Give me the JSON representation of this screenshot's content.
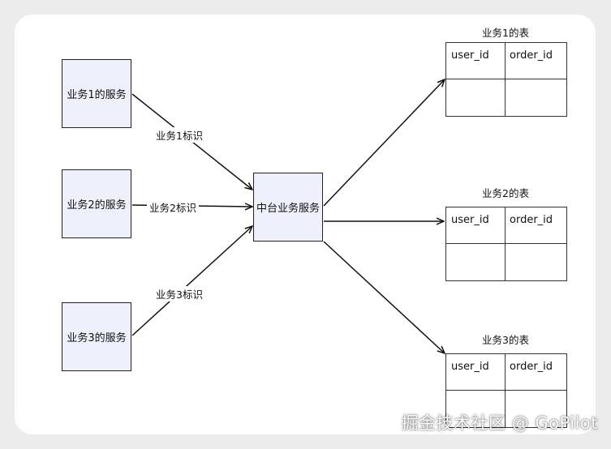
{
  "services": {
    "svc1": "业务1的服务",
    "svc2": "业务2的服务",
    "svc3": "业务3的服务",
    "middle": "中台业务服务"
  },
  "edge_labels": {
    "e1": "业务1标识",
    "e2": "业务2标识",
    "e3": "业务3标识"
  },
  "tables": [
    {
      "title": "业务1的表",
      "columns": [
        "user_id",
        "order_id"
      ]
    },
    {
      "title": "业务2的表",
      "columns": [
        "user_id",
        "order_id"
      ]
    },
    {
      "title": "业务3的表",
      "columns": [
        "user_id",
        "order_id"
      ]
    }
  ],
  "watermark": "掘金技术社区 @ GoPilot"
}
